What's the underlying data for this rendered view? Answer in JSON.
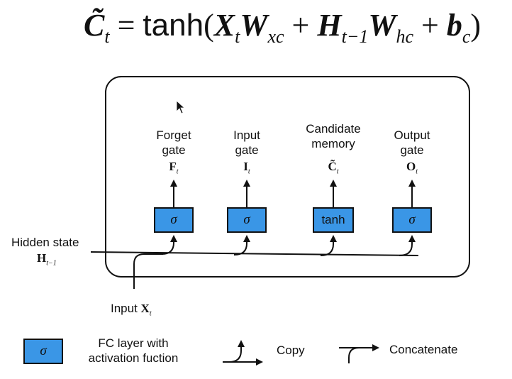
{
  "formula": {
    "lhs": "C̃",
    "lhs_sub": "t",
    "eq": "=",
    "func": "tanh",
    "open": "(",
    "x": "X",
    "x_sub": "t",
    "wx": "W",
    "wx_sub": "xc",
    "plus1": "+",
    "h": "H",
    "h_sub": "t−1",
    "wh": "W",
    "wh_sub": "hc",
    "plus2": "+",
    "b": "b",
    "b_sub": "c",
    "close": ")"
  },
  "gates": [
    {
      "label_line1": "Forget",
      "label_line2": "gate",
      "symbol": "F",
      "symbol_sub": "t",
      "box_text": "σ"
    },
    {
      "label_line1": "Input",
      "label_line2": "gate",
      "symbol": "I",
      "symbol_sub": "t",
      "box_text": "σ"
    },
    {
      "label_line1": "Candidate",
      "label_line2": "memory",
      "symbol": "C̃",
      "symbol_sub": "t",
      "box_text": "tanh"
    },
    {
      "label_line1": "Output",
      "label_line2": "gate",
      "symbol": "O",
      "symbol_sub": "t",
      "box_text": "σ"
    }
  ],
  "hidden_state": {
    "label": "Hidden state",
    "symbol": "H",
    "symbol_sub": "t−1"
  },
  "input": {
    "label": "Input",
    "symbol": "X",
    "symbol_sub": "t"
  },
  "legend": {
    "fc_box_text": "σ",
    "fc_label_line1": "FC layer with",
    "fc_label_line2": "activation fuction",
    "copy_label": "Copy",
    "concat_label": "Concatenate"
  },
  "colors": {
    "gate_fill": "#3a96e6",
    "line": "#111111"
  }
}
